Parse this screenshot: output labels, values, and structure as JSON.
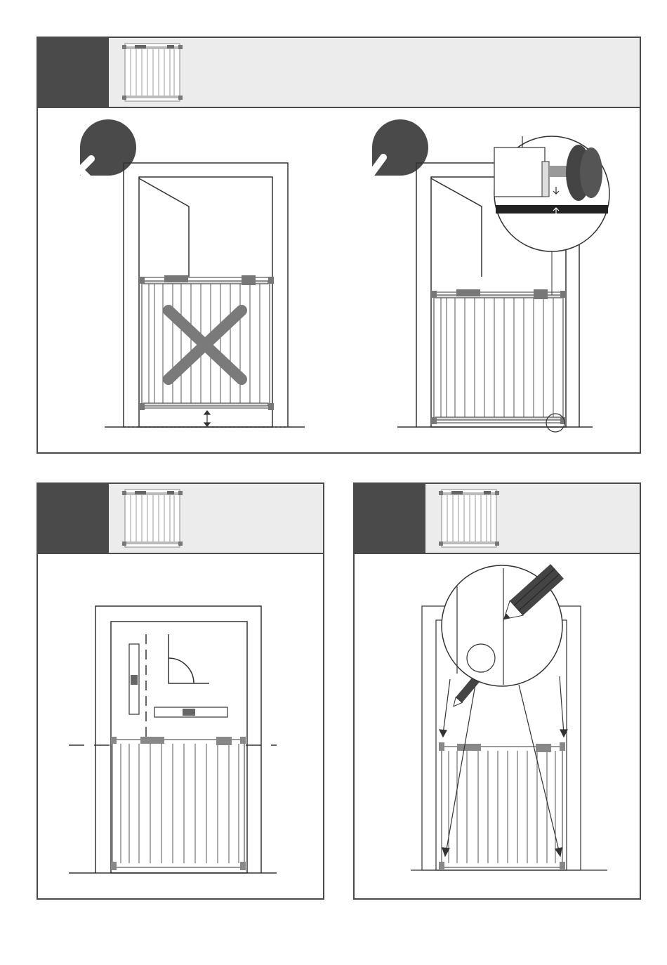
{
  "page": {
    "title": "",
    "panels": [
      {
        "id": "panel-1",
        "step_label": ""
      },
      {
        "id": "panel-2",
        "step_label": ""
      },
      {
        "id": "panel-3",
        "step_label": ""
      }
    ]
  },
  "icons": {
    "wrong": "cross-mark-icon",
    "right": "check-mark-icon",
    "pencil": "pencil-icon",
    "spirit_level": "spirit-level-icon",
    "right_angle": "right-angle-icon"
  },
  "colors": {
    "frame": "#4a4a4a",
    "header_bg": "#ececec",
    "dark_block": "#4a4a4a",
    "cross_grey": "#7a7a7a"
  }
}
